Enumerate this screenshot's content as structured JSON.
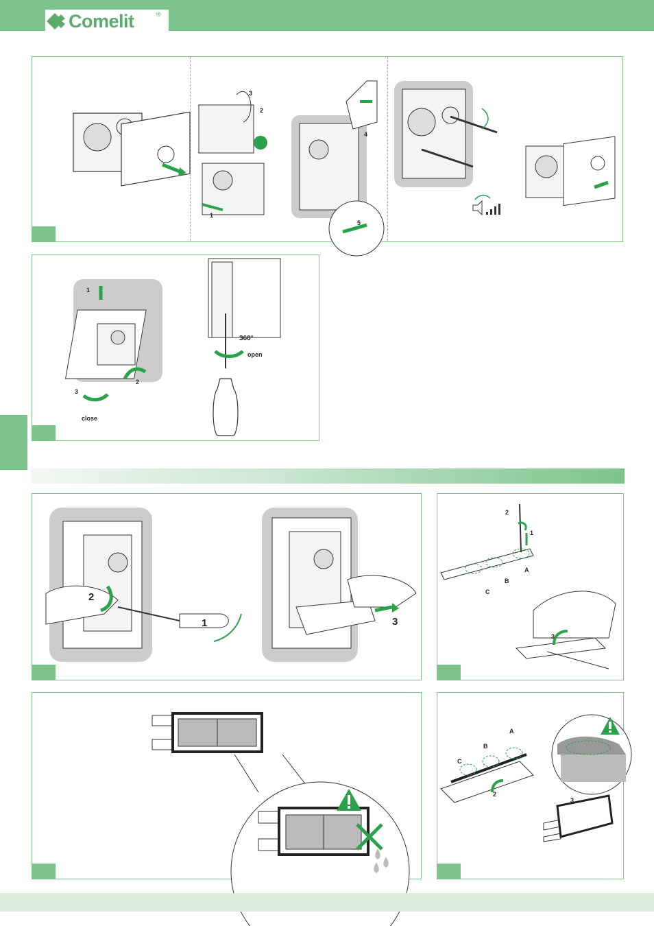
{
  "brand": {
    "name": "Comelit",
    "registered_mark": "®",
    "color": "#7cc48b"
  },
  "panel1": {
    "labels": [
      "1",
      "2",
      "3",
      "4",
      "5"
    ]
  },
  "panel2": {
    "labels": [
      "1",
      "2",
      "3"
    ],
    "close_label": "close",
    "rotation_label": "360°",
    "open_label": "open"
  },
  "panel3": {
    "labels": [
      "1",
      "2",
      "3"
    ]
  },
  "panel4": {
    "labels": [
      "1",
      "2",
      "3",
      "A",
      "B",
      "C"
    ]
  },
  "panel6": {
    "labels": [
      "A",
      "B",
      "C",
      "2",
      "3"
    ]
  },
  "icons": [
    "warning-icon",
    "cross-icon",
    "screwdriver-icon",
    "arrow-icon",
    "volume-icon",
    "water-drops-icon"
  ]
}
